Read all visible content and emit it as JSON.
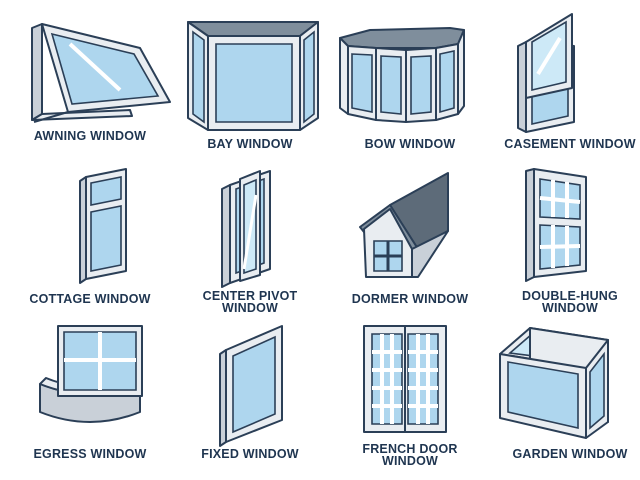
{
  "windows": [
    {
      "label_lines": [
        "AWNING WINDOW"
      ],
      "icon": "awning-window-icon"
    },
    {
      "label_lines": [
        "BAY WINDOW"
      ],
      "icon": "bay-window-icon"
    },
    {
      "label_lines": [
        "BOW WINDOW"
      ],
      "icon": "bow-window-icon"
    },
    {
      "label_lines": [
        "CASEMENT WINDOW"
      ],
      "icon": "casement-window-icon"
    },
    {
      "label_lines": [
        "COTTAGE WINDOW"
      ],
      "icon": "cottage-window-icon"
    },
    {
      "label_lines": [
        "CENTER PIVOT",
        "WINDOW"
      ],
      "icon": "center-pivot-window-icon"
    },
    {
      "label_lines": [
        "DORMER WINDOW"
      ],
      "icon": "dormer-window-icon"
    },
    {
      "label_lines": [
        "DOUBLE-HUNG",
        "WINDOW"
      ],
      "icon": "double-hung-window-icon"
    },
    {
      "label_lines": [
        "EGRESS WINDOW"
      ],
      "icon": "egress-window-icon"
    },
    {
      "label_lines": [
        "FIXED WINDOW"
      ],
      "icon": "fixed-window-icon"
    },
    {
      "label_lines": [
        "FRENCH DOOR",
        "WINDOW"
      ],
      "icon": "french-door-window-icon"
    },
    {
      "label_lines": [
        "GARDEN WINDOW"
      ],
      "icon": "garden-window-icon"
    }
  ],
  "colors": {
    "frame_stroke": "#2b3f57",
    "glass": "#aed6ee",
    "label_text": "#1f3550",
    "background": "#ffffff"
  }
}
